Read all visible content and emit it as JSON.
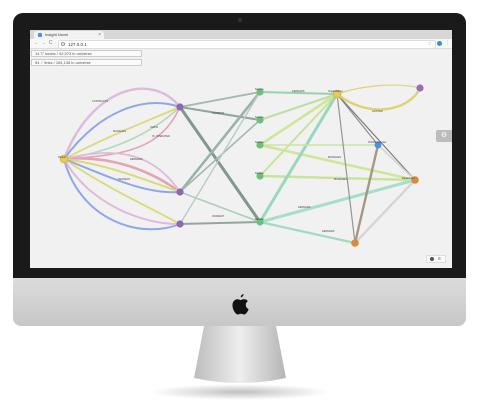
{
  "browser": {
    "tab_title": "Insight Novel",
    "tab_close": "×",
    "url": "127.0.0.1",
    "back": "←",
    "forward": "→",
    "reload": "C",
    "star": "☆",
    "menu": "⋮"
  },
  "info": {
    "nodes_count": "14",
    "nodes_label": "nodes / 42,073 in universe",
    "links_count": "54",
    "links_label": "links / 164,138 in universe"
  },
  "icons": {
    "settings": "gear-icon",
    "zoom": "zoom-control"
  },
  "graph": {
    "nodes": [
      {
        "id": "root",
        "label": "Person",
        "color": "#e6c85b"
      },
      {
        "id": "p1",
        "label": "",
        "color": "#8c68b4"
      },
      {
        "id": "p2",
        "label": "",
        "color": "#8c68b4"
      },
      {
        "id": "p3",
        "label": "",
        "color": "#8c68b4"
      },
      {
        "id": "s1",
        "label": "Service",
        "color": "#6cc17a"
      },
      {
        "id": "s2",
        "label": "Service",
        "color": "#6cc17a"
      },
      {
        "id": "s3",
        "label": "Service",
        "color": "#6cc17a"
      },
      {
        "id": "s4",
        "label": "Service",
        "color": "#6cc17a"
      },
      {
        "id": "s5",
        "label": "Service",
        "color": "#6cc17a"
      },
      {
        "id": "o1",
        "label": "Organization",
        "color": "#e6c85b"
      },
      {
        "id": "h1",
        "label": "",
        "color": "#8c68b4"
      },
      {
        "id": "c1",
        "label": "OrCloud-Center",
        "color": "#4a8fe7"
      },
      {
        "id": "d1",
        "label": "Datacenter",
        "color": "#d98b3a"
      },
      {
        "id": "x1",
        "label": "",
        "color": "#d98b3a"
      }
    ],
    "edge_labels": [
      "CONTRACTS",
      "MANAGES",
      "DEPENDS",
      "INCIDENT",
      "OWNS",
      "IS_OPERATED",
      "HOSTED",
      "DEPENDS",
      "MANAGES",
      "INCIDENT",
      "MANAGES",
      "DEPENDS",
      "INCIDENT",
      "DEPENDS"
    ]
  }
}
